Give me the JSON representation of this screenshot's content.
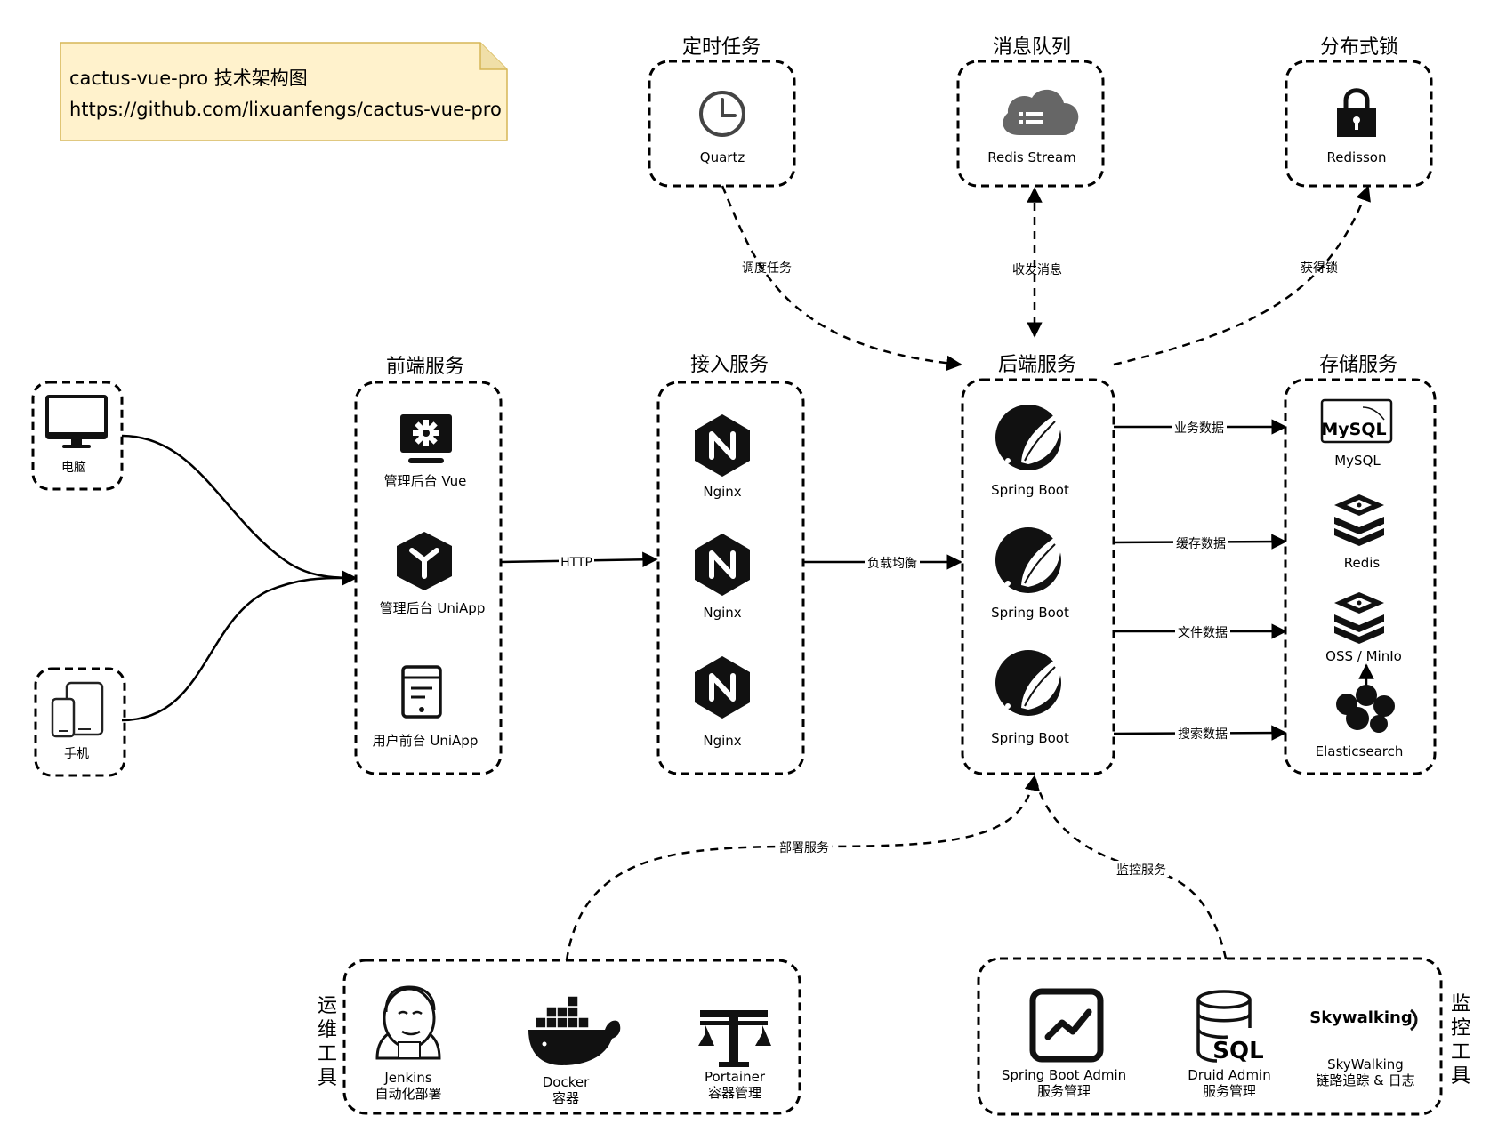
{
  "note": {
    "line1": "cactus-vue-pro  技术架构图",
    "line2": "https://github.com/lixuanfengs/cactus-vue-pro"
  },
  "groups": {
    "scheduler": "定时任务",
    "mq": "消息队列",
    "lock": "分布式锁",
    "frontend": "前端服务",
    "access": "接入服务",
    "backend": "后端服务",
    "storage": "存储服务",
    "ops": [
      "运",
      "维",
      "工",
      "具"
    ],
    "monitor": [
      "监",
      "控",
      "工",
      "具"
    ]
  },
  "nodes": {
    "quartz": "Quartz",
    "redis_stream": "Redis Stream",
    "redisson": "Redisson",
    "pc": "电脑",
    "phone": "手机",
    "admin_vue": "管理后台 Vue",
    "admin_uniapp": "管理后台 UniApp",
    "user_uniapp": "用户前台 UniApp",
    "nginx1": "Nginx",
    "nginx2": "Nginx",
    "nginx3": "Nginx",
    "sb1": "Spring Boot",
    "sb2": "Spring Boot",
    "sb3": "Spring Boot",
    "mysql": "MySQL",
    "redis": "Redis",
    "oss": "OSS / MinIo",
    "es": "Elasticsearch",
    "jenkins": [
      "Jenkins",
      "自动化部署"
    ],
    "docker": [
      "Docker",
      "容器"
    ],
    "portainer": [
      "Portainer",
      "容器管理"
    ],
    "sba": [
      "Spring Boot Admin",
      "服务管理"
    ],
    "druid": [
      "Druid Admin",
      "服务管理"
    ],
    "skywalking": [
      "SkyWalking",
      "链路追踪 & 日志"
    ]
  },
  "logos": {
    "mysql": "MySQL",
    "sql": "SQL",
    "skywalking": "Skywalking"
  },
  "edges": {
    "schedule": "调度任务",
    "messaging": "收发消息",
    "get_lock": "获得锁",
    "http": "HTTP",
    "load_balance": "负载均衡",
    "biz_data": "业务数据",
    "cache_data": "缓存数据",
    "file_data": "文件数据",
    "search_data": "搜索数据",
    "deploy": "部署服务",
    "monitoring": "监控服务"
  },
  "colors": {
    "note_fill": "#fff2cc",
    "note_stroke": "#d6b656",
    "stroke": "#000000"
  }
}
